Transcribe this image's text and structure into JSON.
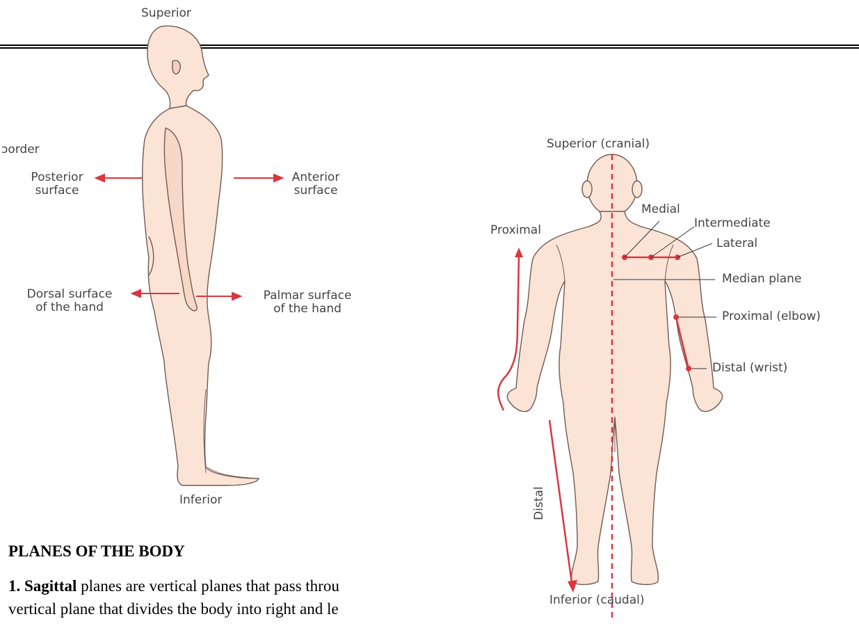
{
  "side_figure": {
    "superior": "Superior",
    "inferior": "Inferior",
    "border_fragment": "ɔorder",
    "posterior": [
      "Posterior",
      "surface"
    ],
    "anterior": [
      "Anterior",
      "surface"
    ],
    "dorsal": [
      "Dorsal surface",
      "of the hand"
    ],
    "palmar": [
      "Palmar surface",
      "of the hand"
    ]
  },
  "front_figure": {
    "superior": "Superior (cranial)",
    "inferior": "Inferior (caudal)",
    "proximal": "Proximal",
    "distal": "Distal",
    "medial": "Medial",
    "intermediate": "Intermediate",
    "lateral": "Lateral",
    "median_plane": "Median plane",
    "proximal_elbow": "Proximal (elbow)",
    "distal_wrist": "Distal (wrist)"
  },
  "section": {
    "heading": "PLANES OF THE BODY",
    "para_number": "1. Sagittal",
    "para_line1": " planes are vertical planes that pass throu",
    "para_line2": "vertical plane that divides the body into right and le"
  },
  "colors": {
    "skin": "#fbe3d6",
    "outline": "#6f5a52",
    "accent": "#d9363e",
    "label": "#444444"
  }
}
